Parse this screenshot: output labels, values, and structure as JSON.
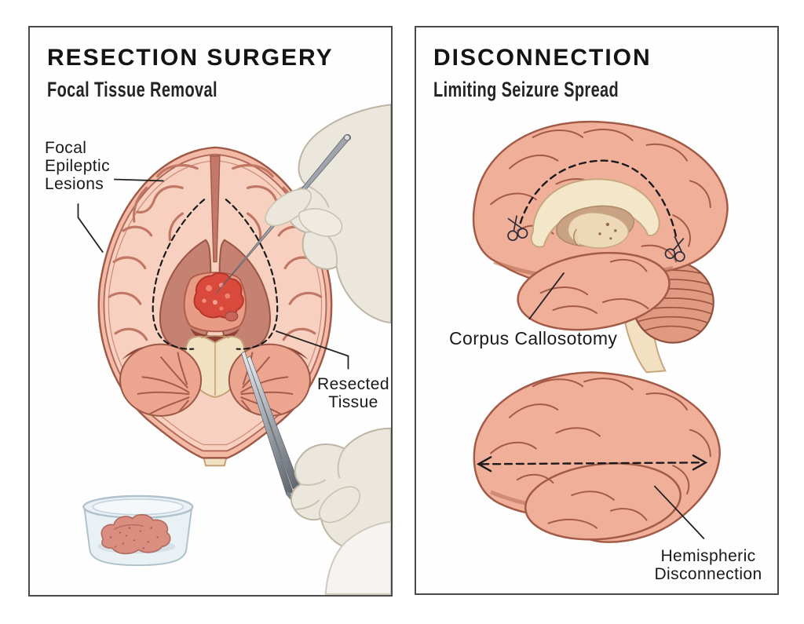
{
  "palette": {
    "background": "#ffffff",
    "panel_border": "#4a4a4a",
    "text": "#151515",
    "cortex_light": "#f7d0bf",
    "cortex_mid": "#efaf99",
    "cortex_outline": "#a35a46",
    "sulci": "#c27765",
    "ventricle": "#c58172",
    "cream_structure": "#f2e0c2",
    "lesion_red": "#d94a3c",
    "deep_shadow": "#8e4032",
    "glove": "#ebe7dd",
    "metal": "#9aa0a6",
    "glass": "#eaf1f5",
    "tissue_pink": "#d98e80",
    "leader_line": "#222222",
    "dashed_line": "#1a1a1a"
  },
  "panels": {
    "left": {
      "title": "RESECTION SURGERY",
      "subtitle": "Focal Tissue Removal",
      "labels": {
        "lesions_lines": [
          "Focal",
          "Epileptic",
          "Lesions"
        ],
        "resected_lines": [
          "Resected",
          "Tissue"
        ]
      },
      "illustration": "axial brain cross-section with focal lesion, dashed resection outline, surgical probe held by gloved hand, forceps held by second gloved hand, specimen container with resected tissue"
    },
    "right": {
      "title": "DISCONNECTION",
      "subtitle": "Limiting Seizure Spread",
      "labels": {
        "callosotomy": "Corpus Callosotomy",
        "hemispheric_lines": [
          "Hemispheric",
          "Disconnection"
        ]
      },
      "illustration": "sagittal brain with dashed corpus callosotomy cut line marked by scissors icons; lateral brain with dashed double-arrow hemispheric disconnection line"
    }
  }
}
